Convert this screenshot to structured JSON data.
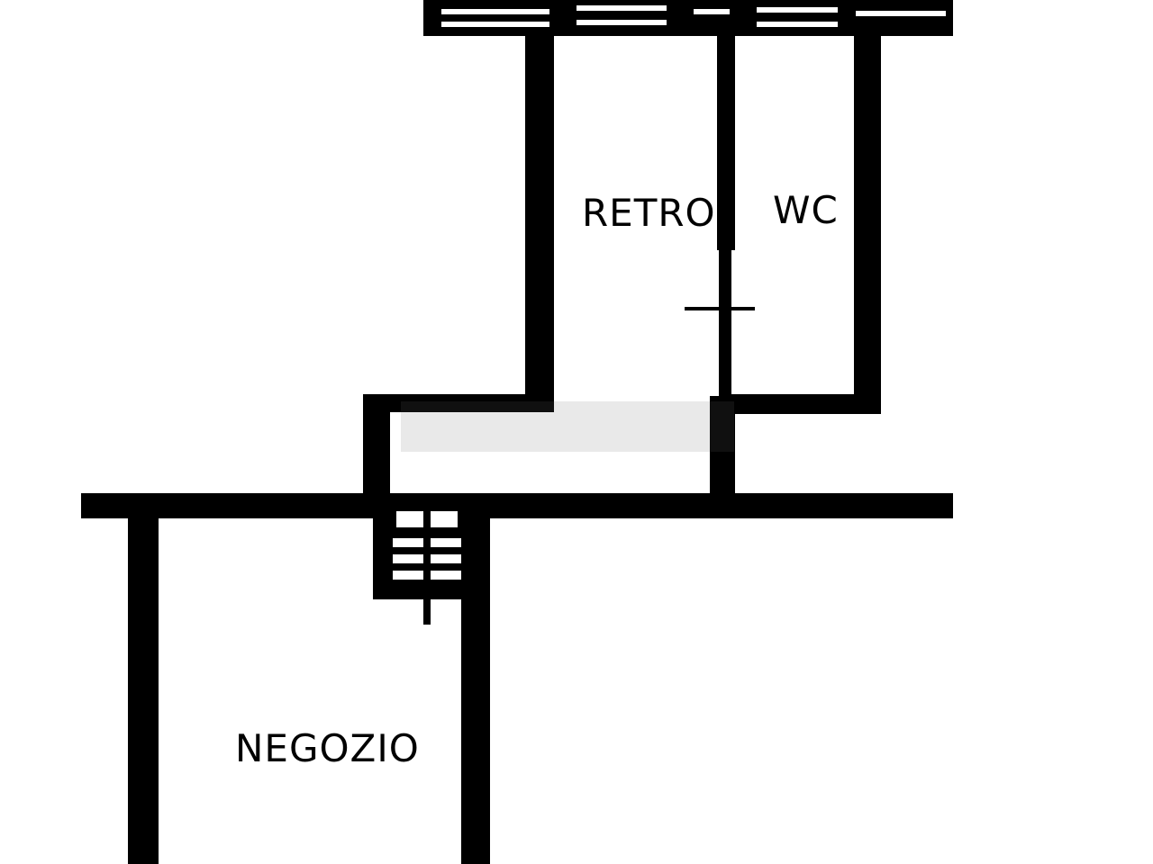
{
  "rooms": {
    "retro": "RETRO",
    "wc": "WC",
    "negozio": "NEGOZIO"
  },
  "colors": {
    "wall": "#000000",
    "background": "#ffffff"
  }
}
